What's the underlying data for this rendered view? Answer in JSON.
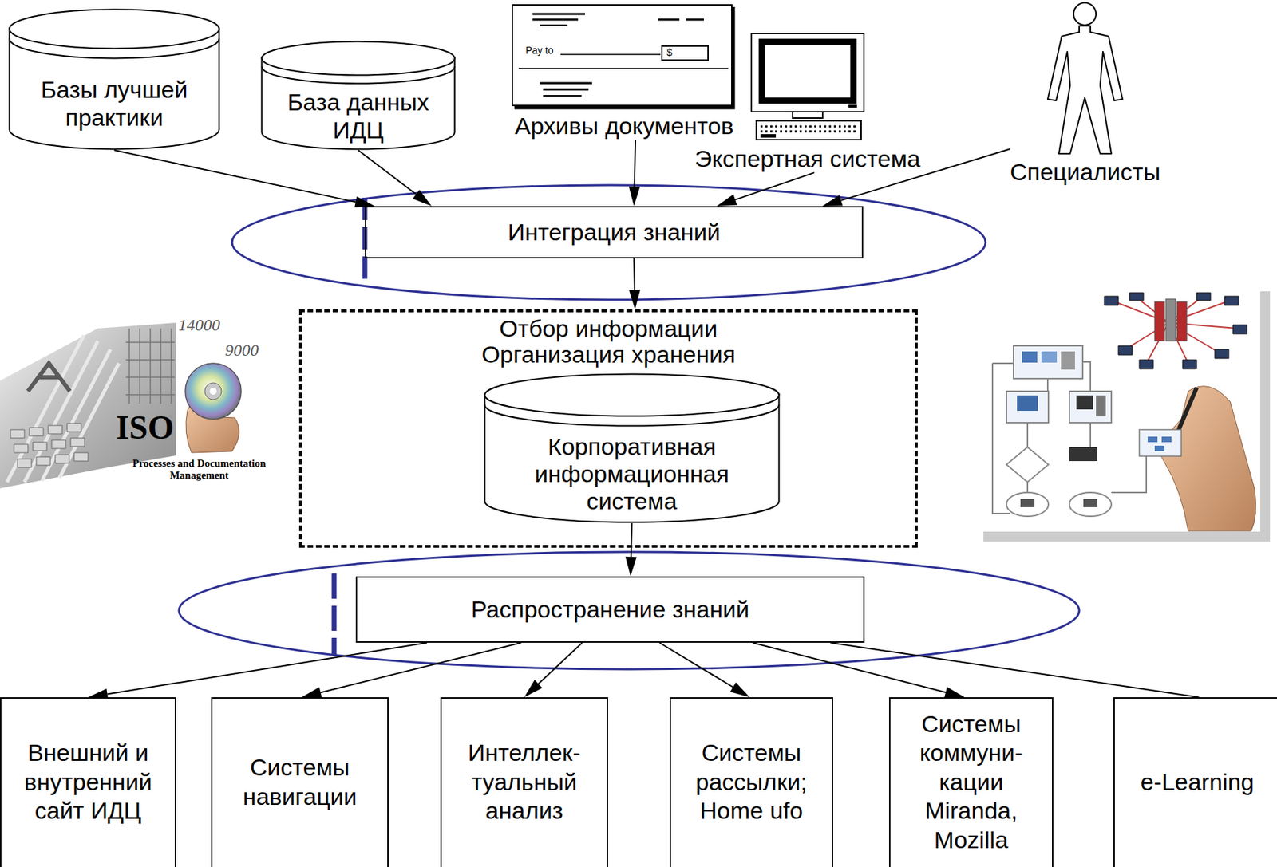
{
  "diagram": {
    "nodes": [
      {
        "text": [
          "Базы лучшей практики"
        ]
      },
      {
        "text": [
          "База данных ИДЦ"
        ]
      },
      {
        "text": [
          "Архивы документов"
        ]
      },
      {
        "text": [
          "Экспертная система"
        ]
      },
      {
        "text": [
          "Специалисты"
        ]
      },
      {
        "text": [
          "Интеграция знаний"
        ]
      },
      {
        "text": [
          "Отбор информации",
          "Организация хранения"
        ]
      },
      {
        "text": [
          "Корпоративная информационная система"
        ],
        "in": 6
      },
      {
        "text": [
          "Распространение знаний"
        ]
      },
      {
        "text": [
          "Внешний и внутренний сайт ИДЦ"
        ]
      },
      {
        "text": [
          "Системы навигации"
        ]
      },
      {
        "text": [
          "Интеллек- туальный анализ"
        ]
      },
      {
        "text": [
          "Системы рассылки; Home ufo"
        ]
      },
      {
        "text": [
          "Системы коммуни- кации Miranda, Mozilla"
        ]
      },
      {
        "text": [
          "e-Learning"
        ]
      }
    ],
    "edges": [
      {
        "from": 0,
        "to": 5,
        "arrow": "to"
      },
      {
        "from": 1,
        "to": 5,
        "arrow": "to"
      },
      {
        "from": 2,
        "to": 5,
        "arrow": "to"
      },
      {
        "from": 3,
        "to": 5,
        "arrow": "to"
      },
      {
        "from": 4,
        "to": 5,
        "arrow": "to"
      },
      {
        "from": 5,
        "to": 6,
        "arrow": "to"
      },
      {
        "from": 7,
        "to": 8,
        "arrow": "to"
      },
      {
        "from": 8,
        "to": 9,
        "arrow": "to"
      },
      {
        "from": 8,
        "to": 10,
        "arrow": "to"
      },
      {
        "from": 8,
        "to": 11,
        "arrow": "to"
      },
      {
        "from": 8,
        "to": 12,
        "arrow": "to"
      },
      {
        "from": 8,
        "to": 13,
        "arrow": "to"
      },
      {
        "from": 8,
        "to": 14,
        "arrow": "none"
      }
    ],
    "labels": [
      "Pay to",
      "$",
      "14000",
      "9000",
      "ISO",
      "Processes and Documentation Management"
    ]
  }
}
